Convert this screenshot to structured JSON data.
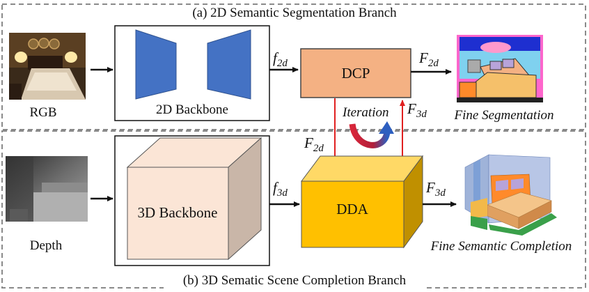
{
  "branch_2d": {
    "title": "(a) 2D Semantic Segmentation Branch",
    "input_label": "RGB",
    "backbone_label": "2D Backbone",
    "module_label": "DCP",
    "output_label": "Fine Segmentation"
  },
  "branch_3d": {
    "title": "(b) 3D Sematic Scene Completion Branch",
    "input_label": "Depth",
    "backbone_label": "3D Backbone",
    "module_label": "DDA",
    "output_label": "Fine Semantic Completion"
  },
  "iteration_label": "Iteration",
  "features": {
    "f2d_in": {
      "base": "f",
      "sub": "2d"
    },
    "f3d_in": {
      "base": "f",
      "sub": "3d"
    },
    "F2d_out": {
      "base": "F",
      "sub": "2d"
    },
    "F3d_up": {
      "base": "F",
      "sub": "3d"
    },
    "F2d_down": {
      "base": "F",
      "sub": "2d"
    },
    "F3d_out": {
      "base": "F",
      "sub": "3d"
    }
  },
  "colors": {
    "dcp_fill": "#f4b183",
    "dda_front": "#ffc000",
    "dda_top": "#ffd966",
    "dda_side": "#c09000",
    "backbone3d_front": "#fbe5d6",
    "backbone3d_side": "#c9b6a8",
    "backbone2d_trapezoid": "#4472c4",
    "cross_arrow": "#e02020"
  }
}
